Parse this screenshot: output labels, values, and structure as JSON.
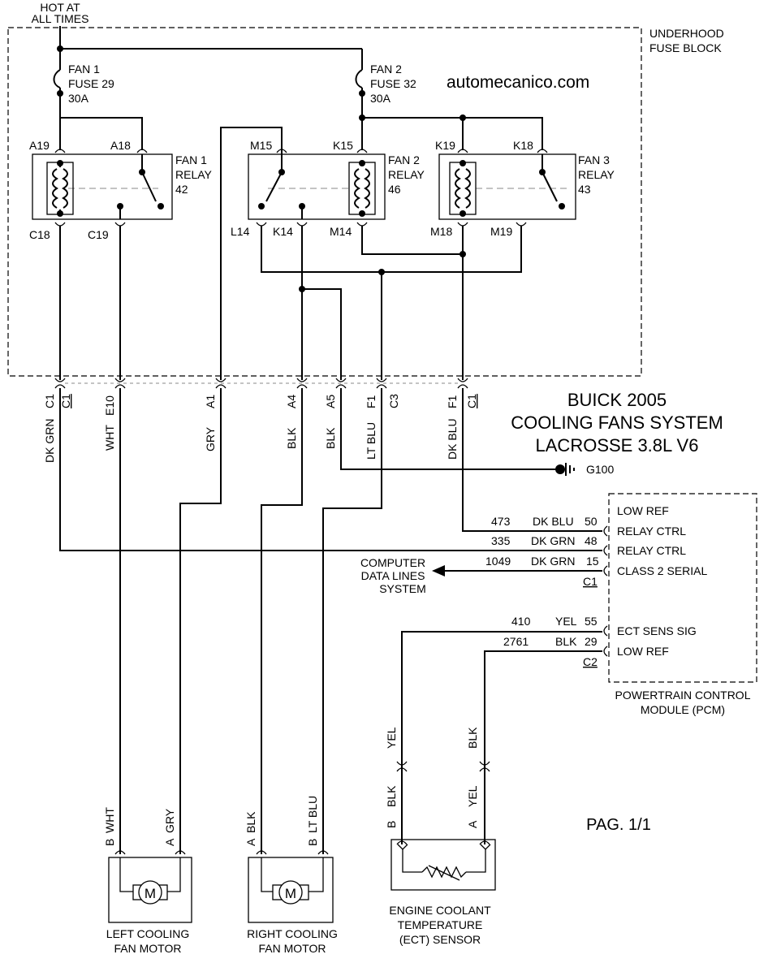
{
  "title": {
    "line1": "BUICK 2005",
    "line2": "COOLING FANS SYSTEM",
    "line3": "LACROSSE 3.8L V6"
  },
  "watermark": "automecanico.com",
  "page_label": "PAG. 1/1",
  "power": {
    "line1": "HOT AT",
    "line2": "ALL TIMES"
  },
  "fuse_block": {
    "line1": "UNDERHOOD",
    "line2": "FUSE BLOCK"
  },
  "fuses": [
    {
      "name": "FAN 1",
      "id": "FUSE 29",
      "rating": "30A"
    },
    {
      "name": "FAN 2",
      "id": "FUSE 32",
      "rating": "30A"
    }
  ],
  "relays": [
    {
      "name": "FAN 1",
      "type": "RELAY",
      "number": "42",
      "pins_top": [
        "A19",
        "A18"
      ],
      "pins_bottom": [
        "C18",
        "C19"
      ]
    },
    {
      "name": "FAN 2",
      "type": "RELAY",
      "number": "46",
      "pins_top": [
        "M15",
        "K15"
      ],
      "pins_bottom": [
        "L14",
        "K14",
        "M14"
      ]
    },
    {
      "name": "FAN 3",
      "type": "RELAY",
      "number": "43",
      "pins_top": [
        "K19",
        "K18"
      ],
      "pins_bottom": [
        "M18",
        "M19"
      ]
    }
  ],
  "block_connectors": [
    {
      "pin": "C1",
      "conn": "C1",
      "wire": "DK GRN"
    },
    {
      "pin": "E10",
      "conn": "",
      "wire": "WHT"
    },
    {
      "pin": "A1",
      "conn": "",
      "wire": "GRY"
    },
    {
      "pin": "A4",
      "conn": "",
      "wire": "BLK"
    },
    {
      "pin": "A5",
      "conn": "",
      "wire": "BLK"
    },
    {
      "pin": "F1",
      "conn": "C3",
      "wire": "LT BLU"
    },
    {
      "pin": "F1",
      "conn": "C1",
      "wire": "DK BLU"
    }
  ],
  "ground": "G100",
  "pcm": {
    "name_line1": "POWERTRAIN CONTROL",
    "name_line2": "MODULE (PCM)",
    "circuits": [
      {
        "circuit": "473",
        "color": "DK BLU",
        "pin": "50",
        "label": "RELAY CTRL"
      },
      {
        "circuit": "335",
        "color": "DK GRN",
        "pin": "48",
        "label": "RELAY CTRL"
      },
      {
        "circuit": "1049",
        "color": "DK GRN",
        "pin": "15",
        "label": "CLASS 2 SERIAL"
      },
      {
        "circuit": "410",
        "color": "YEL",
        "pin": "55",
        "label": "ECT SENS SIG"
      },
      {
        "circuit": "2761",
        "color": "BLK",
        "pin": "29",
        "label": "LOW REF"
      }
    ],
    "top_label": "LOW REF",
    "connectors": [
      "C1",
      "C2"
    ]
  },
  "data_lines": {
    "line1": "COMPUTER",
    "line2": "DATA LINES",
    "line3": "SYSTEM"
  },
  "ect_wires": {
    "upper": [
      "YEL",
      "BLK"
    ],
    "lower": [
      "BLK",
      "YEL"
    ],
    "pins": [
      "B",
      "A"
    ]
  },
  "left_motor": {
    "pins": [
      {
        "pin": "B",
        "wire": "WHT"
      },
      {
        "pin": "A",
        "wire": "GRY"
      }
    ],
    "line1": "LEFT COOLING",
    "line2": "FAN MOTOR",
    "symbol": "M"
  },
  "right_motor": {
    "pins": [
      {
        "pin": "A",
        "wire": "BLK"
      },
      {
        "pin": "B",
        "wire": "LT BLU"
      }
    ],
    "line1": "RIGHT COOLING",
    "line2": "FAN MOTOR",
    "symbol": "M"
  },
  "ect_sensor": {
    "line1": "ENGINE COOLANT",
    "line2": "TEMPERATURE",
    "line3": "(ECT) SENSOR"
  }
}
